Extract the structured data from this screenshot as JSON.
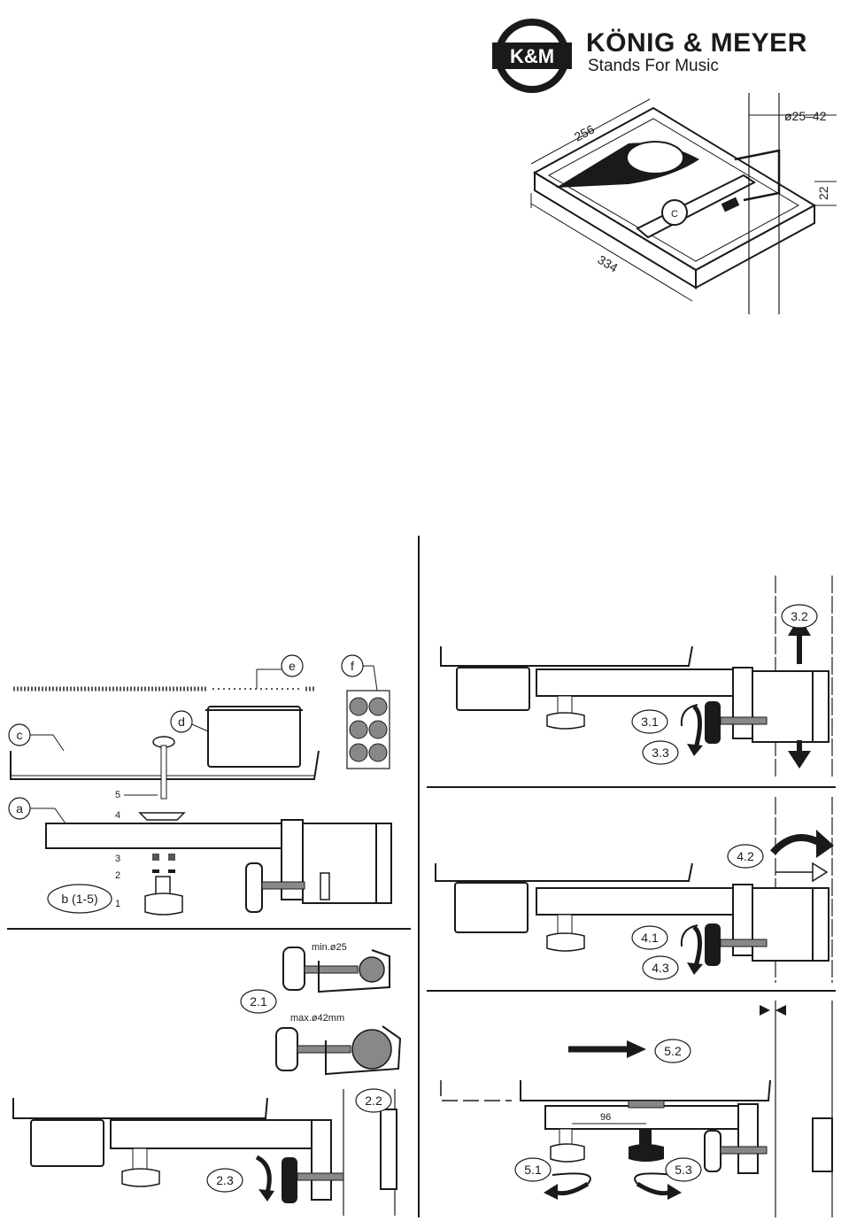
{
  "brand": {
    "logo_text": "K&M",
    "name": "KÖNIG & MEYER",
    "tagline": "Stands For Music"
  },
  "overview": {
    "dim_width": "256",
    "dim_length": "334",
    "dim_height": "22",
    "dim_diameter": "ø25–42"
  },
  "parts": {
    "c": "c",
    "d": "d",
    "e": "e",
    "f": "f",
    "a": "a",
    "b": "b (1-5)",
    "n1": "1",
    "n2": "2",
    "n3": "3",
    "n4": "4",
    "n5": "5"
  },
  "steps": {
    "s21": "2.1",
    "s22": "2.2",
    "s23": "2.3",
    "s31": "3.1",
    "s32": "3.2",
    "s33": "3.3",
    "s41": "4.1",
    "s42": "4.2",
    "s43": "4.3",
    "s51": "5.1",
    "s52": "5.2",
    "s53": "5.3",
    "min_dia": "min.ø25",
    "max_dia": "max.ø42mm",
    "spacing": "96"
  }
}
